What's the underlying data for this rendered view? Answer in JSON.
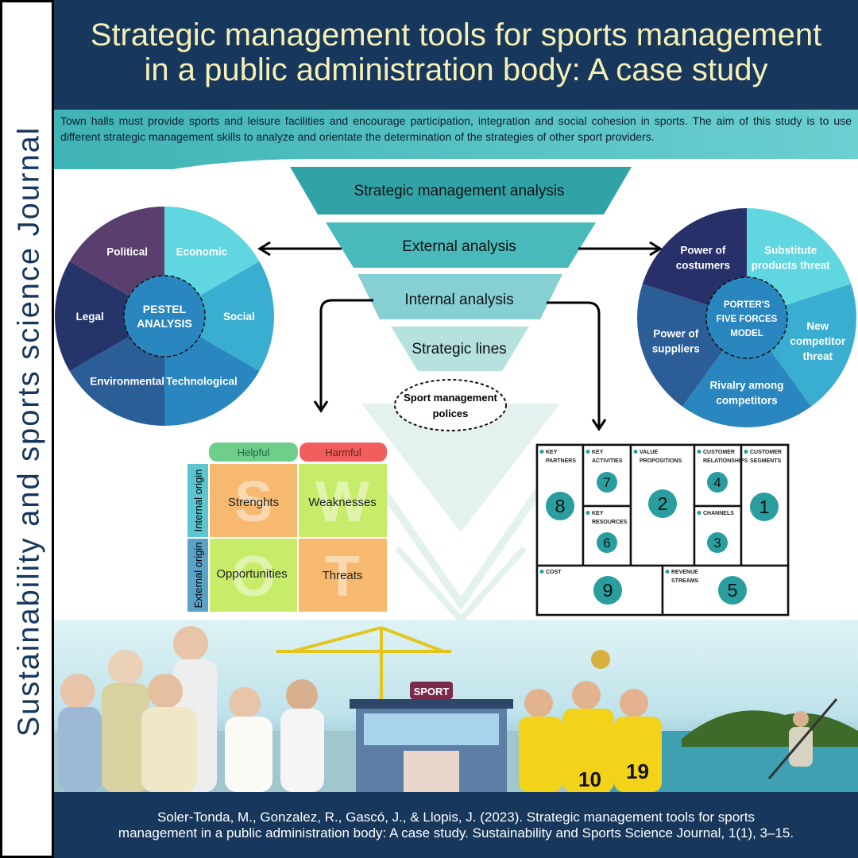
{
  "side_title": "Sustainability and sports science Journal",
  "title_line1": "Strategic management tools for sports management",
  "title_line2": "in a public administration body: A case study",
  "intro": "Town halls must provide sports and leisure facilities and encourage participation, integration and social cohesion in sports. The aim of this study is to use different strategic management skills to analyze and orientate the determination of the strategies of other sport providers.",
  "funnel": [
    "Strategic management analysis",
    "External analysis",
    "Internal analysis",
    "Strategic lines"
  ],
  "policies": [
    "Sport management",
    "polices"
  ],
  "pestel": {
    "center": [
      "PESTEL",
      "ANALYSIS"
    ],
    "slices": [
      "Political",
      "Economic",
      "Social",
      "Technological",
      "Environmental",
      "Legal"
    ],
    "colors": [
      "#5a3f6e",
      "#5fd6e0",
      "#3aaed0",
      "#2a86bf",
      "#2b5d97",
      "#25356a"
    ]
  },
  "porter": {
    "center": [
      "PORTER'S",
      "FIVE FORCES",
      "MODEL"
    ],
    "slices": [
      [
        "Power of",
        "costumers"
      ],
      [
        "Substitute",
        "products threat"
      ],
      [
        "New",
        "competitor",
        "threat"
      ],
      [
        "Rivalry among",
        "competitors"
      ],
      [
        "Power of",
        "suppliers"
      ]
    ],
    "colors": [
      "#28306a",
      "#5fd6e0",
      "#3aaed0",
      "#2a86bf",
      "#2b5d97"
    ]
  },
  "swot": {
    "helpful": "Helpful",
    "harmful": "Harmful",
    "internal": "Internal origin",
    "external": "External origin",
    "cells": [
      "Strenghts",
      "Weaknesses",
      "Opportunities",
      "Threats"
    ],
    "letters": [
      "S",
      "W",
      "O",
      "T"
    ]
  },
  "canvas": {
    "key_partners": [
      "KEY",
      "PARTNERS"
    ],
    "key_activities": [
      "KEY",
      "ACTIVITIES"
    ],
    "key_resources": [
      "KEY",
      "RESOURCES"
    ],
    "value": [
      "VALUE",
      "PROPOSITIONS"
    ],
    "relationships": [
      "CUSTOMER",
      "RELATIONSHIPS"
    ],
    "channels": "CHANNELS",
    "segments": [
      "CUSTOMER",
      "SEGMENTS"
    ],
    "cost": "COST",
    "revenue": [
      "REVENUE",
      "STREAMS"
    ],
    "numbers": {
      "partners": "8",
      "activities": "7",
      "resources": "6",
      "value": "2",
      "relationships": "4",
      "channels": "3",
      "segments": "1",
      "cost": "9",
      "revenue": "5"
    }
  },
  "sport_sign": "SPORT",
  "jerseys": [
    "10",
    "19"
  ],
  "citation_line1": "Soler-Tonda, M., Gonzalez, R., Gascó, J., & Llopis, J. (2023). Strategic management tools for sports",
  "citation_line2": "management in a public administration body: A case study. Sustainability and Sports Science Journal, 1(1), 3–15."
}
